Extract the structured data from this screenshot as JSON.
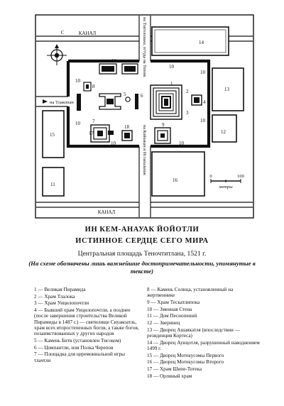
{
  "map": {
    "compass_letter": "С",
    "canal_top": "КАНАЛ",
    "canal_bottom": "КАНАЛ",
    "road_north": "на Тлателолько, оттуда на Тепеяк",
    "road_south": "на Койоакан и Истапалапан",
    "road_west": "на Тлакопан",
    "scale_zero": "0",
    "scale_max": "100",
    "scale_unit": "метры",
    "building_labels": [
      "1",
      "2",
      "3",
      "4",
      "5",
      "6",
      "7",
      "8",
      "9",
      "10",
      "11",
      "12",
      "13",
      "14",
      "15",
      "16",
      "17",
      "18"
    ]
  },
  "caption": {
    "title": "ИН КЕМ-АНАУАК ЙОЙОТЛИ",
    "subtitle": "ИСТИННОЕ СЕРДЦЕ СЕГО МИРА",
    "place": "Центральная площадь Теночтитлана, 1521 г.",
    "note": "(На схеме обозначены лишь важнейшие достопримечательности, упомянутые в тексте)"
  },
  "legend_left": [
    "1 — Великая Пирамида",
    "2 — Храм Тлалока",
    "3 — Храм Уицилопочтли",
    "4 — Бывший храм Уицилопочтли, а позднее (после завершения строительства Великой Пирамиды в 1487 г.) — святилище Сиуакоатль, храм всех второстепенных богов, а также богов, позаимствованных у других народов",
    "5 — Камень Битв (установлен Тисоком)",
    "6 — Цомпантли, или Полка Черепов",
    "7 — Площадка для церемониальной игры тлачтли"
  ],
  "legend_right": [
    "8 — Камень Солнца, установленный на жертвеннике",
    "9 — Храм Тескатлипока",
    "10 — Змеиная Стена",
    "11 — Дом Песнопений",
    "12 — Зверинец",
    "13 — Дворец Ашаякатля (впоследствии — резиденция Кортеса)",
    "14 — Дворец Ауицотля, разрушенный наводнением 1499 г.",
    "15 — Дворец Мотекусомы Первого",
    "16 — Дворец Мотекусомы Второго",
    "17 — Храм Шипе-Тотека",
    "18 — Орлиный храм"
  ]
}
